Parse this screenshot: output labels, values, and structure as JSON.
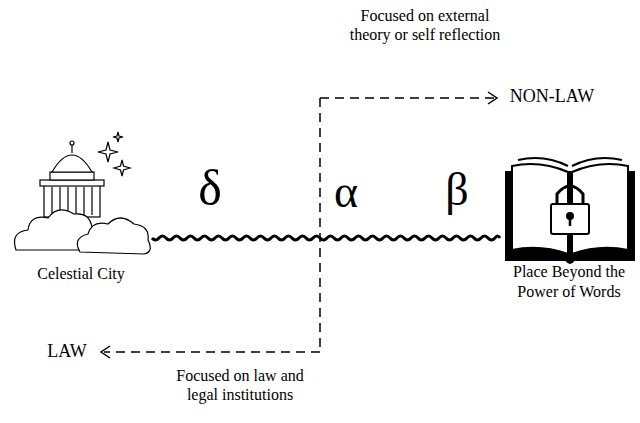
{
  "diagram": {
    "nodes": [
      {
        "text": [
          "Celestial City"
        ]
      },
      {
        "text": [
          "Place Beyond the Power of Words"
        ]
      }
    ],
    "edges": [
      {
        "from": 0,
        "to": 1,
        "arrow": "none"
      }
    ],
    "labels": [
      "Focused on external theory or self reflection",
      "NON-LAW",
      "δ",
      "α",
      "β",
      "LAW",
      "Focused on law and legal institutions"
    ]
  }
}
